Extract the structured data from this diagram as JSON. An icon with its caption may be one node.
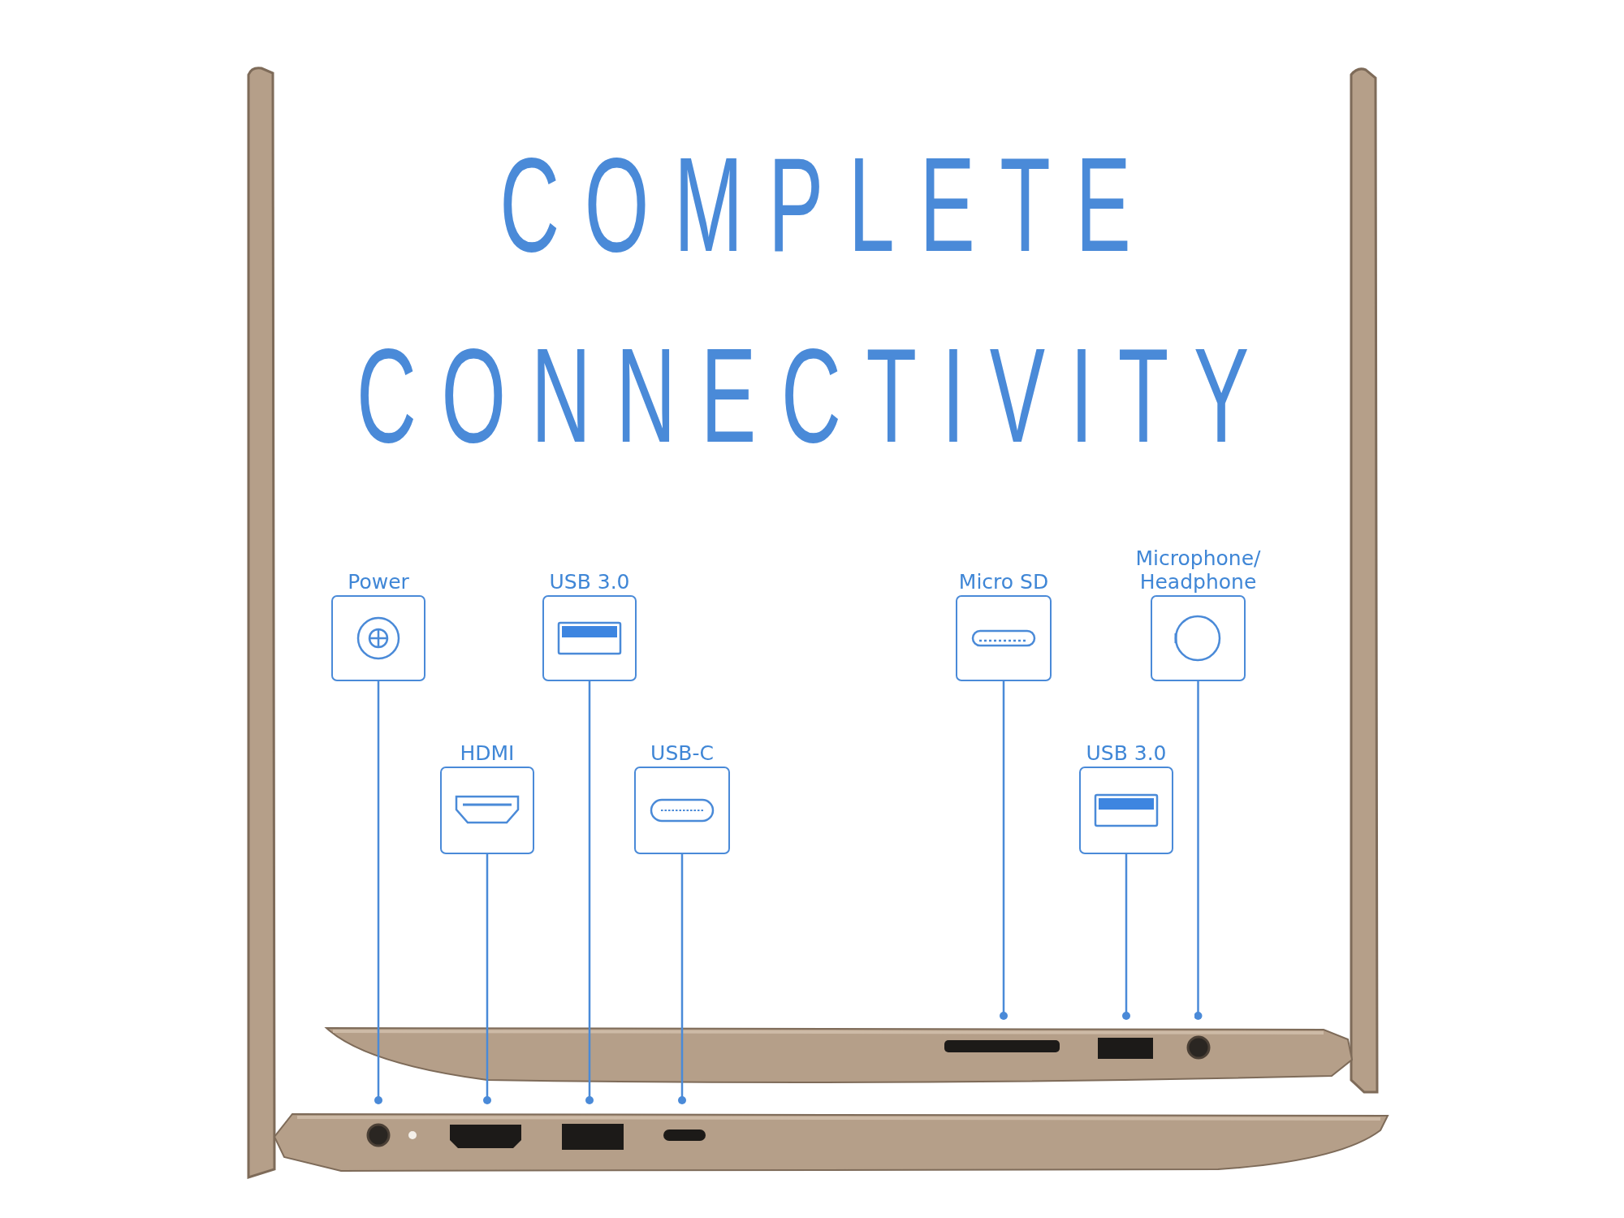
{
  "diagram": {
    "title": "COMPLETE CONNECTIVITY",
    "nodes": [
      {
        "text": [
          "Power"
        ]
      },
      {
        "text": [
          "USB 3.0"
        ]
      },
      {
        "text": [
          "Micro SD"
        ]
      },
      {
        "text": [
          "Microphone/ Headphone"
        ]
      },
      {
        "text": [
          "HDMI"
        ]
      },
      {
        "text": [
          "USB-C"
        ]
      },
      {
        "text": [
          "USB 3.0"
        ]
      }
    ],
    "edges": [
      {
        "from": 0,
        "to": null,
        "arrow": "other"
      },
      {
        "from": 1,
        "to": null,
        "arrow": "other"
      },
      {
        "from": 2,
        "to": null,
        "arrow": "other"
      },
      {
        "from": 3,
        "to": null,
        "arrow": "other"
      },
      {
        "from": 4,
        "to": null,
        "arrow": "other"
      },
      {
        "from": 5,
        "to": null,
        "arrow": "other"
      },
      {
        "from": 6,
        "to": null,
        "arrow": "other"
      }
    ]
  }
}
